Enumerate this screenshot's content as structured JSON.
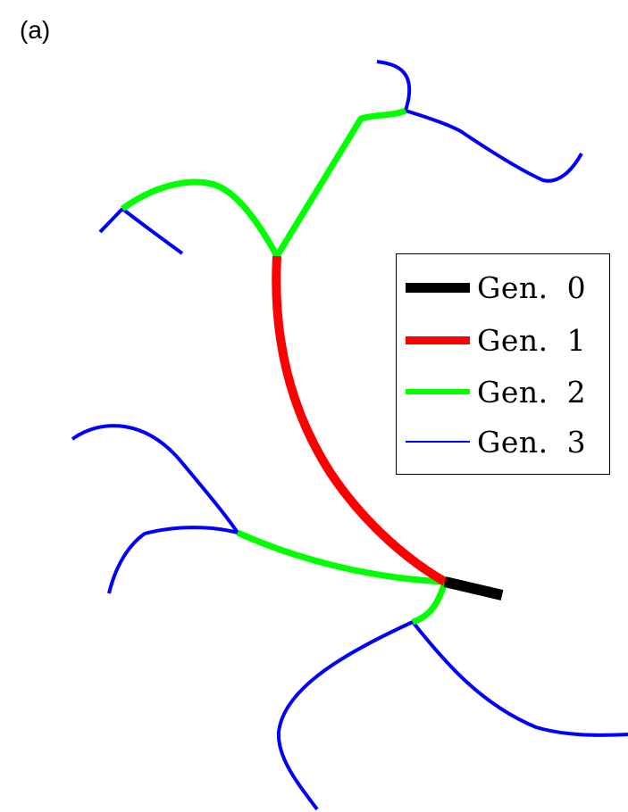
{
  "panel_label": "(a)",
  "colors": {
    "gen0": "#000000",
    "gen1": "#ff0000",
    "gen2": "#00ff00",
    "gen3": "#0000ff"
  },
  "legend": [
    {
      "label": "Gen. 0",
      "color": "#000000"
    },
    {
      "label": "Gen. 1",
      "color": "#ff0000"
    },
    {
      "label": "Gen. 2",
      "color": "#00ff00"
    },
    {
      "label": "Gen. 3",
      "color": "#0000ff"
    }
  ]
}
